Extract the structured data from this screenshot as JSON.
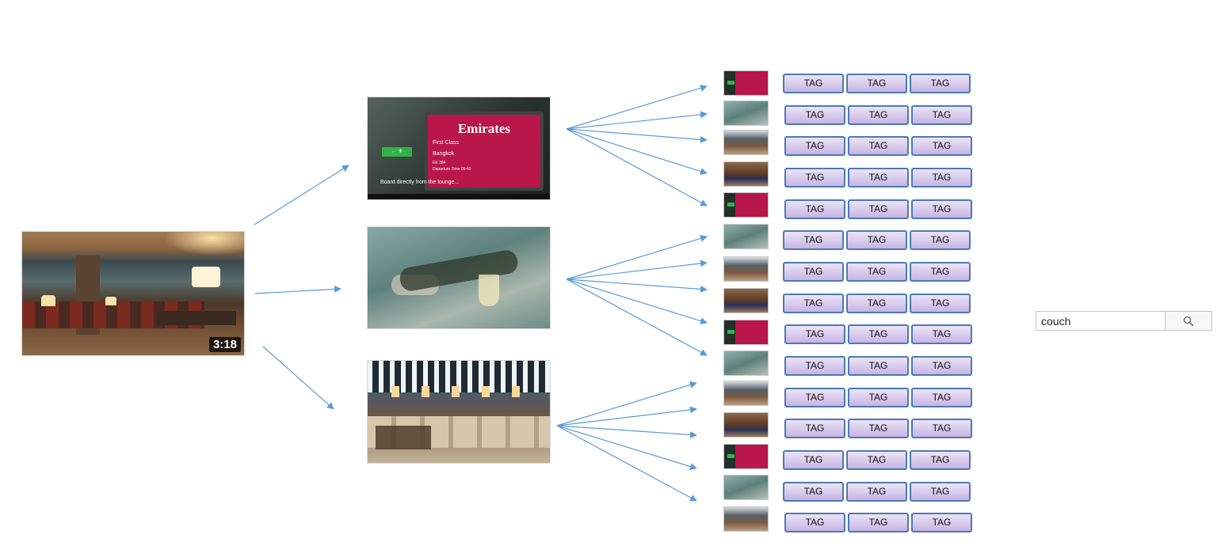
{
  "source_video": {
    "duration": "3:18"
  },
  "frames": [
    {
      "sign_brand": "Emirates",
      "sign_class": "First Class",
      "sign_city": "Bangkok",
      "sign_flight": "EK 384",
      "sign_departure": "Departure Time 09:40",
      "exit_label": "← ✈",
      "caption": "Board directly from the lounge..."
    },
    {},
    {}
  ],
  "tag_label": "TAG",
  "tag_rows": [
    [
      "TAG",
      "TAG",
      "TAG"
    ],
    [
      "TAG",
      "TAG",
      "TAG"
    ],
    [
      "TAG",
      "TAG",
      "TAG"
    ],
    [
      "TAG",
      "TAG",
      "TAG"
    ],
    [
      "TAG",
      "TAG",
      "TAG"
    ],
    [
      "TAG",
      "TAG",
      "TAG"
    ],
    [
      "TAG",
      "TAG",
      "TAG"
    ],
    [
      "TAG",
      "TAG",
      "TAG"
    ],
    [
      "TAG",
      "TAG",
      "TAG"
    ],
    [
      "TAG",
      "TAG",
      "TAG"
    ],
    [
      "TAG",
      "TAG",
      "TAG"
    ],
    [
      "TAG",
      "TAG",
      "TAG"
    ],
    [
      "TAG",
      "TAG",
      "TAG"
    ],
    [
      "TAG",
      "TAG",
      "TAG"
    ],
    [
      "TAG",
      "TAG",
      "TAG"
    ]
  ],
  "thumbnail_kinds": [
    "sign",
    "drink",
    "lounge",
    "room",
    "sign",
    "drink",
    "lounge",
    "room",
    "sign",
    "drink",
    "lounge",
    "room",
    "sign",
    "drink",
    "lounge"
  ],
  "search": {
    "value": "couch",
    "icon": "search-icon"
  },
  "colors": {
    "arrow": "#5b9bd5",
    "tag_border": "#4a7ab5",
    "tag_fill_top": "#ece4f6",
    "tag_fill_bottom": "#c7b4e4"
  }
}
